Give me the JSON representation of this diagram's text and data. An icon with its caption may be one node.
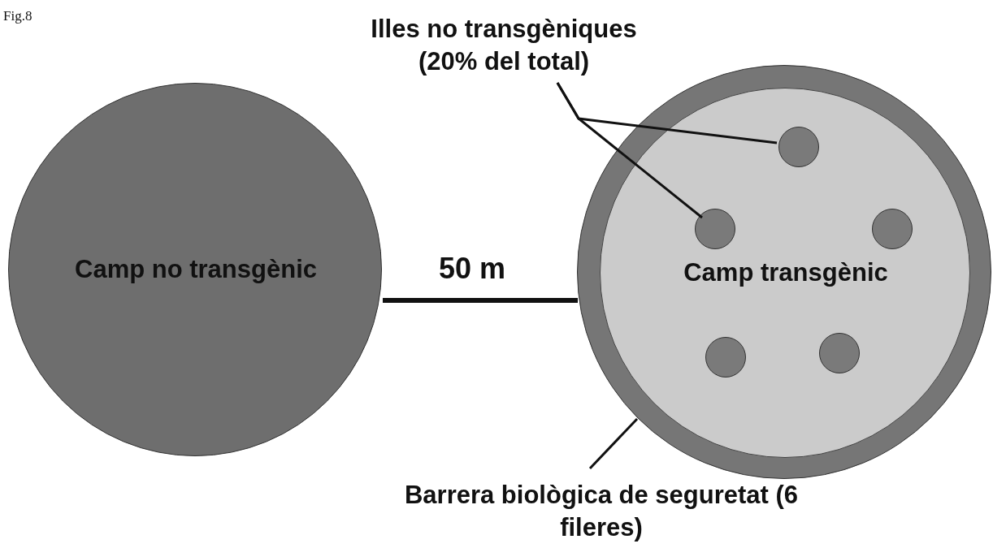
{
  "diagram": {
    "nodes": [
      {
        "text": [
          "Camp no transgènic"
        ]
      },
      {
        "text": [],
        "shape": "circle"
      },
      {
        "text": [
          "Camp transgènic"
        ],
        "in": 1
      },
      {
        "text": [],
        "shape": "circle",
        "in": 2
      },
      {
        "text": [],
        "shape": "circle",
        "in": 2
      },
      {
        "text": [],
        "shape": "circle",
        "in": 2
      },
      {
        "text": [],
        "shape": "circle",
        "in": 2
      },
      {
        "text": [],
        "shape": "circle",
        "in": 2
      },
      {
        "text": [
          "Illes no transgèniques (20% del total)"
        ]
      },
      {
        "text": [
          "Barrera biològica de seguretat (6 fileres)"
        ]
      }
    ],
    "edges": [
      {
        "from": 8,
        "to": 3,
        "arrow": "none"
      },
      {
        "from": 8,
        "to": 4,
        "arrow": "none"
      },
      {
        "from": 9,
        "to": 1,
        "arrow": "none"
      }
    ],
    "labels": [
      "Fig.8",
      "50 m"
    ]
  }
}
